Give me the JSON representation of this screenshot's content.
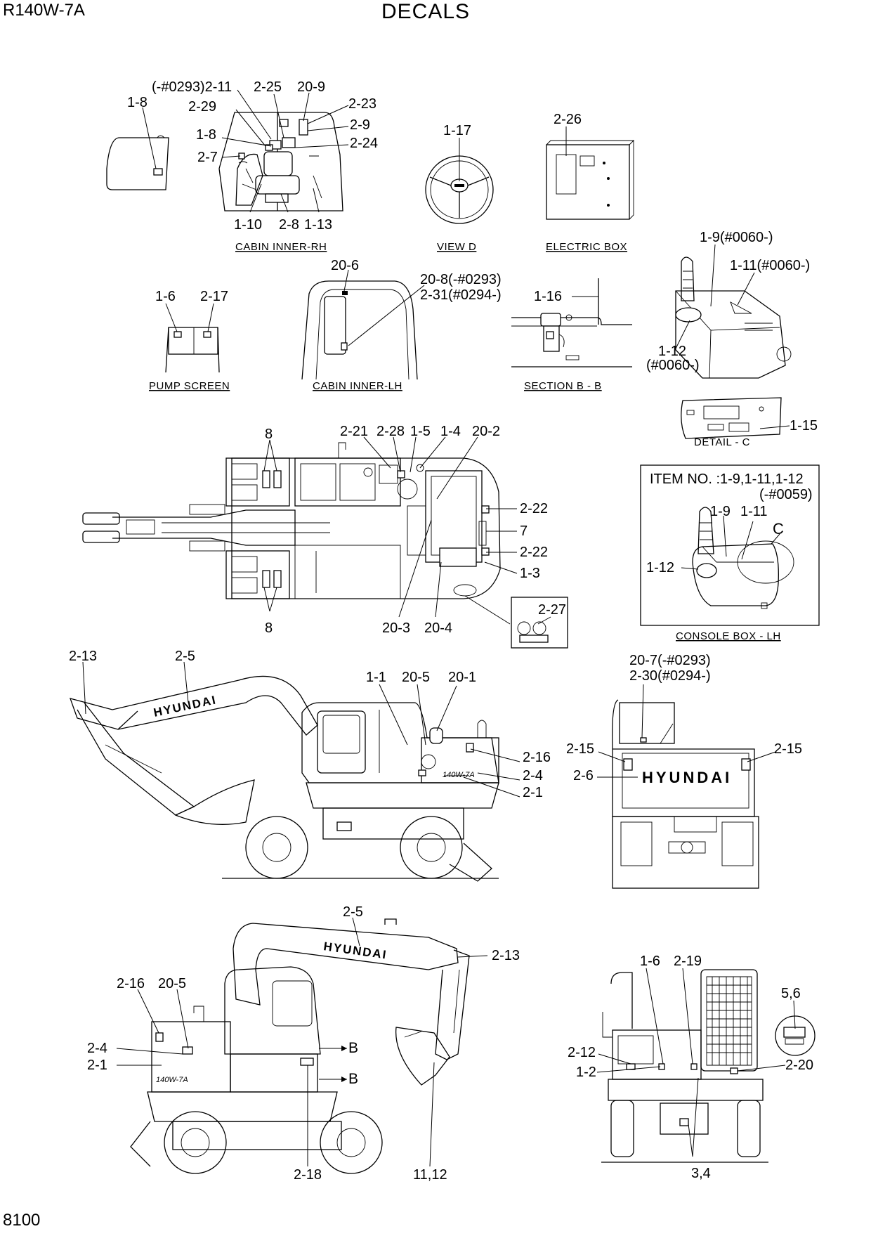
{
  "header": {
    "model": "R140W-7A",
    "title": "DECALS"
  },
  "footer": {
    "page_number": "8100"
  },
  "views": {
    "cabin_inner_rh": {
      "caption": "CABIN INNER-RH",
      "callouts": [
        "1-8",
        "(-#0293)2-11",
        "2-25",
        "20-9",
        "2-29",
        "2-23",
        "1-8",
        "2-9",
        "2-7",
        "2-24",
        "1-10",
        "2-8",
        "1-13"
      ]
    },
    "view_d": {
      "caption": "VIEW  D",
      "callouts": [
        "1-17"
      ]
    },
    "electric_box": {
      "caption": "ELECTRIC BOX",
      "callouts": [
        "2-26"
      ]
    },
    "pump_screen": {
      "caption": "PUMP SCREEN",
      "callouts": [
        "1-6",
        "2-17"
      ]
    },
    "cabin_inner_lh": {
      "caption": "CABIN INNER-LH",
      "callouts": [
        "20-6",
        "20-8(-#0293)",
        "2-31(#0294-)"
      ]
    },
    "section_bb": {
      "caption": "SECTION B - B",
      "callouts": [
        "1-16"
      ]
    },
    "console_upper": {
      "callouts": [
        "1-9(#0060-)",
        "1-11(#0060-)",
        "1-12",
        "(#0060-)"
      ]
    },
    "detail_c": {
      "caption": "DETAIL - C",
      "callouts": [
        "1-15"
      ]
    },
    "console_box_lh": {
      "caption": "CONSOLE BOX - LH",
      "item_note_line1": "ITEM NO. :1-9,1-11,1-12",
      "item_note_line2": "(-#0059)",
      "callouts": [
        "1-9",
        "1-11",
        "C",
        "1-12"
      ]
    },
    "top_view": {
      "callouts": [
        "8",
        "2-21",
        "2-28",
        "1-5",
        "1-4",
        "20-2",
        "2-22",
        "7",
        "2-22",
        "1-3",
        "8",
        "20-3",
        "20-4",
        "2-27"
      ]
    },
    "side_view_right": {
      "brand_text": "HYUNDAI",
      "model_badge": "140W-7A",
      "callouts": [
        "2-13",
        "2-5",
        "1-1",
        "20-5",
        "20-1",
        "2-16",
        "2-4",
        "2-1"
      ]
    },
    "rear_view": {
      "brand_text": "HYUNDAI",
      "callouts": [
        "20-7(-#0293)",
        "2-30(#0294-)",
        "2-15",
        "2-15",
        "2-6"
      ]
    },
    "side_view_left": {
      "brand_text": "HYUNDAI",
      "model_badge": "140W-7A",
      "callouts": [
        "2-5",
        "2-13",
        "2-16",
        "20-5",
        "2-4",
        "2-1",
        "B",
        "B",
        "2-18",
        "11,12"
      ]
    },
    "front_view": {
      "callouts": [
        "1-6",
        "2-19",
        "5,6",
        "2-12",
        "2-20",
        "1-2",
        "3,4"
      ]
    }
  }
}
